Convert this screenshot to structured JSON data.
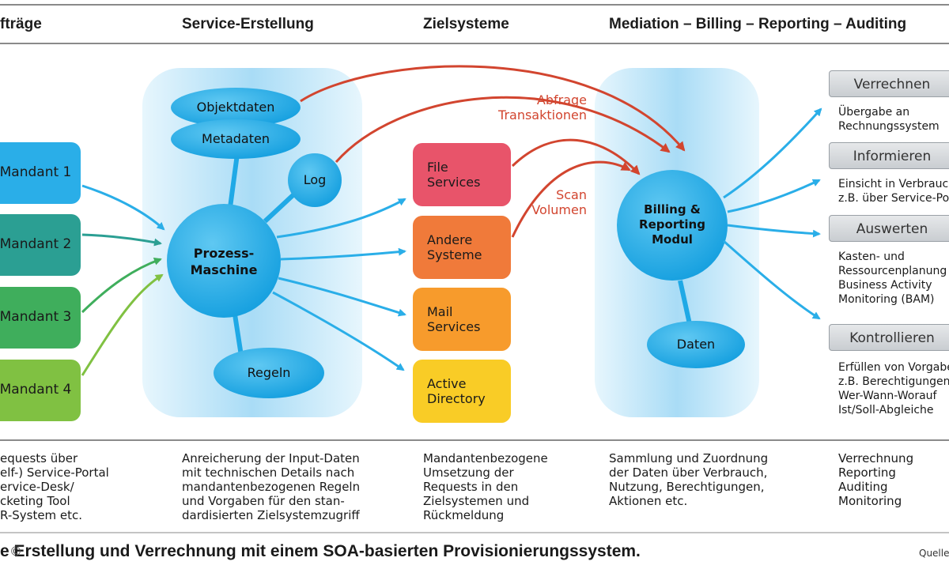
{
  "headers": {
    "col1": "fträge",
    "col2": "Service-Erstellung",
    "col3": "Zielsysteme",
    "col4": "Mediation – Billing – Reporting – Auditing"
  },
  "clients": [
    {
      "label": "Mandant 1",
      "color": "#2aaee8"
    },
    {
      "label": "Mandant 2",
      "color": "#2b9f93"
    },
    {
      "label": "Mandant 3",
      "color": "#3fae5c"
    },
    {
      "label": "Mandant 4",
      "color": "#80c142"
    }
  ],
  "service_creation": {
    "objektdaten": "Objektdaten",
    "metadaten": "Metadaten",
    "log": "Log",
    "prozess_maschine": "Prozess-\nMaschine",
    "regeln": "Regeln"
  },
  "target_systems": [
    {
      "label": "File\nServices",
      "color": "#e8546a"
    },
    {
      "label": "Andere\nSysteme",
      "color": "#f07a3a"
    },
    {
      "label": "Mail\nServices",
      "color": "#f79b2c"
    },
    {
      "label": "Active\nDirectory",
      "color": "#f9cc26"
    }
  ],
  "annotations": {
    "abfrage": "Abfrage\nTransaktionen",
    "scan": "Scan\nVolumen"
  },
  "mediation": {
    "billing": "Billing &\nReporting\nModul",
    "daten": "Daten"
  },
  "outputs": [
    {
      "button": "Verrechnen",
      "text": "Übergabe an\nRechnungssystem"
    },
    {
      "button": "Informieren",
      "text": "Einsicht in Verbrauch\nz.B. über Service-Portal"
    },
    {
      "button": "Auswerten",
      "text": "Kasten- und\nRessourcenplanung\nBusiness Activity\nMonitoring (BAM)"
    },
    {
      "button": "Kontrollieren",
      "text": "Erfüllen von Vorgaben\nz.B. Berechtigungen\nWer-Wann-Worauf\nIst/Soll-Abgleiche"
    }
  ],
  "footer": {
    "col1": "equests über\nelf-) Service-Portal\nervice-Desk/\ncketing Tool\nR-System etc.",
    "col2": "Anreicherung der Input-Daten\nmit technischen Details nach\nmandantenbezogenen Regeln\nund Vorgaben für den stan-\ndardisierten Zielsystemzugriff",
    "col3": "Mandantenbezogene\nUmsetzung der\nRequests in den\nZielsystemen und\nRückmeldung",
    "col4": "Sammlung und Zuordnung\nder Daten über Verbrauch,\nNutzung, Berechtigungen,\nAktionen etc.",
    "col5": "Verrechnung\nReporting\nAuditing\nMonitoring"
  },
  "caption": "e Erstellung und Verrechnung mit einem SOA-basierten Provisionierungssystem.",
  "copyright": "©",
  "source": "Quelle",
  "colors": {
    "arrow_blue": "#2aaee8",
    "arrow_red": "#d2452f",
    "node_blue": "#1fa9e6",
    "glow": "#bde6fa"
  }
}
